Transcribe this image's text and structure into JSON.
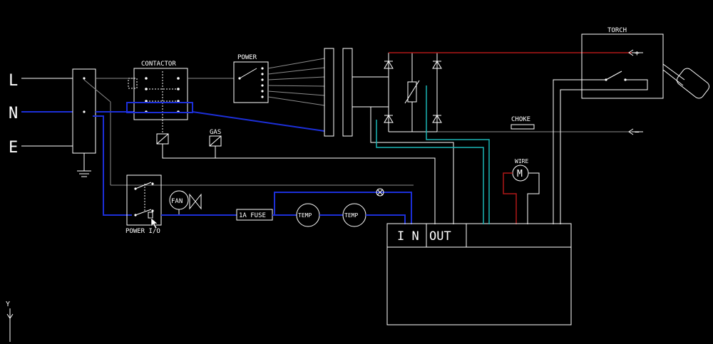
{
  "colors": {
    "background": "#000000",
    "wire_white": "#ffffff",
    "wire_grey": "#8c8c8c",
    "wire_blue": "#1c2fd8",
    "wire_red": "#b01818",
    "wire_cyan": "#1ab6b6"
  },
  "mains": {
    "live": "L",
    "neutral": "N",
    "earth": "E"
  },
  "labels": {
    "contactor": "CONTACTOR",
    "power": "POWER",
    "gas": "GAS",
    "fan": "FAN",
    "power_switch": "POWER I/O",
    "fuse": "1A FUSE",
    "temp1": "TEMP",
    "temp2": "TEMP",
    "torch": "TORCH",
    "choke": "CHOKE",
    "wire": "WIRE",
    "motor": "M",
    "plus": "+",
    "minus": "−",
    "pcb_in": "I N",
    "pcb_out": "OUT",
    "axis_y": "Y"
  }
}
